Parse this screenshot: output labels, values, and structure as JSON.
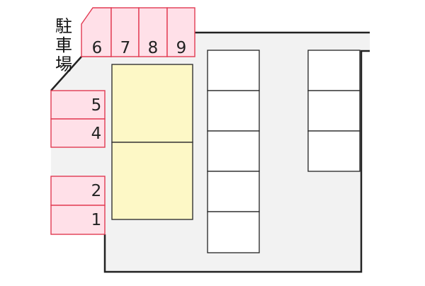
{
  "colors": {
    "parking_fill": "#ffe0e8",
    "parking_stroke": "#e23a52",
    "building_fill": "#fdf8c6",
    "building_stroke": "#333333",
    "outline_stroke": "#222222",
    "box_stroke": "#222222",
    "box_fill": "#ffffff",
    "lot_fill": "#f2f2f2"
  },
  "title": {
    "chars": [
      "駐",
      "車",
      "場"
    ]
  },
  "parking_spaces": {
    "top": [
      "6",
      "7",
      "8",
      "9"
    ],
    "left": [
      "5",
      "4",
      "2",
      "1"
    ]
  }
}
